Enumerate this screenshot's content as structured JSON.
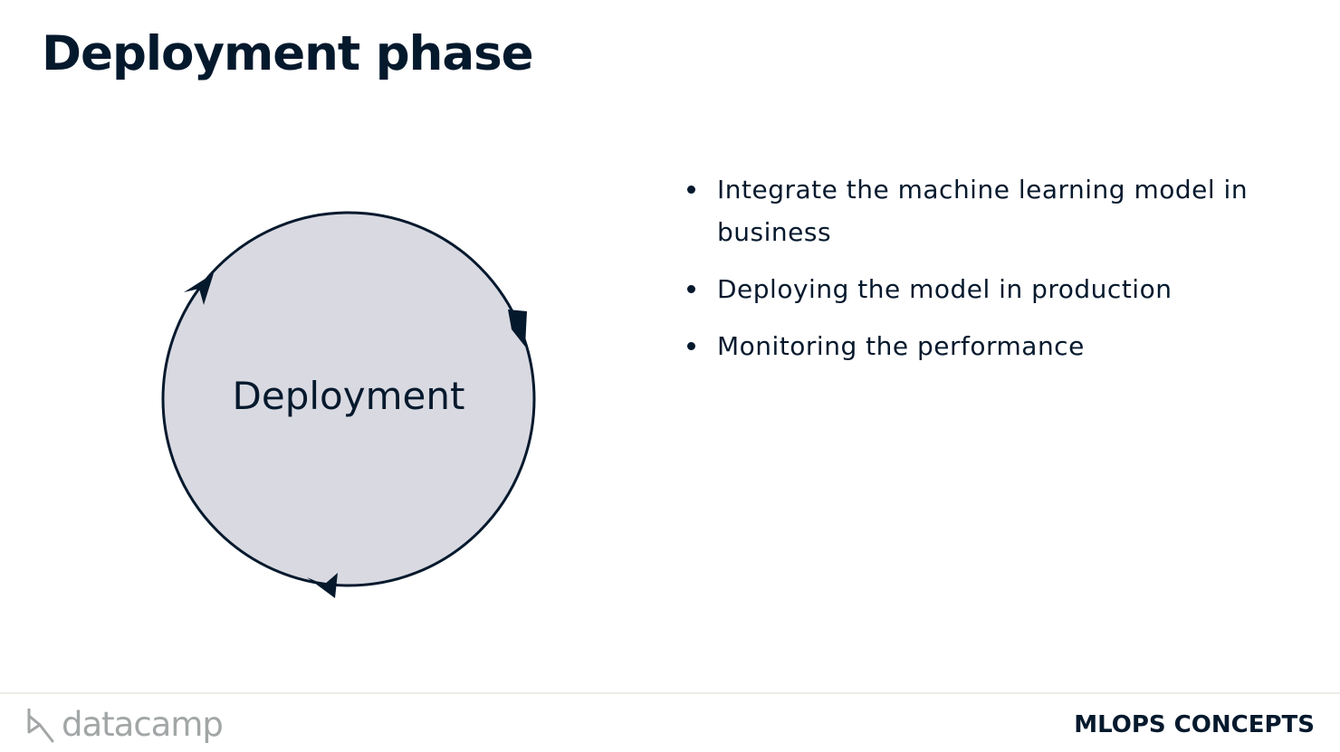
{
  "slide": {
    "title": "Deployment phase"
  },
  "diagram": {
    "circle_label": "Deployment",
    "fill_color": "#d9d9e1",
    "stroke_color": "#05192d"
  },
  "bullets": [
    {
      "text": "Integrate the machine learning model in business"
    },
    {
      "text": "Deploying the model in production"
    },
    {
      "text": "Monitoring the performance"
    }
  ],
  "footer": {
    "logo_text": "datacamp",
    "logo_icon": "datacamp-logo-icon",
    "course_name": "MLOPS CONCEPTS"
  }
}
